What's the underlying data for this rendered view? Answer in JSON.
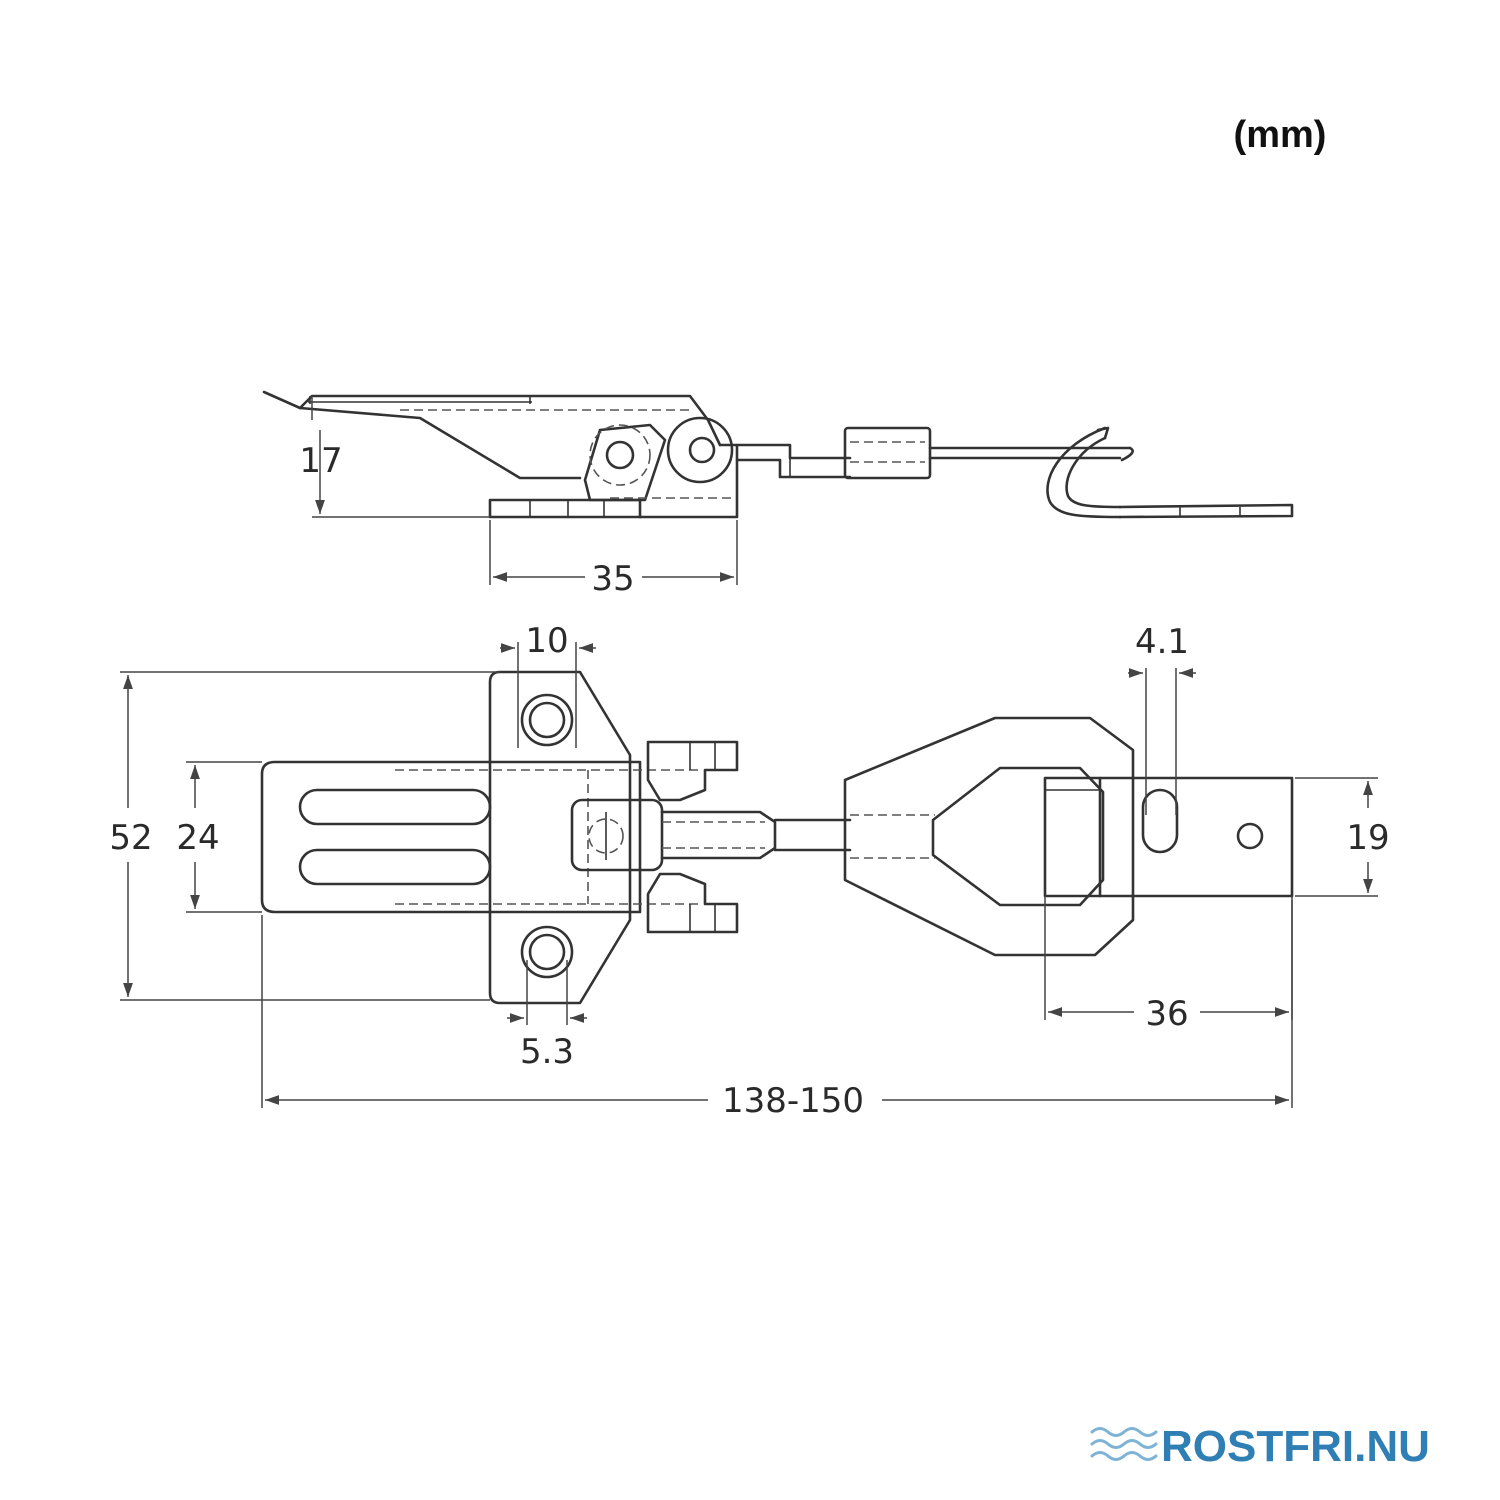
{
  "unit_label": "(mm)",
  "dimensions": {
    "side_height": "17",
    "base_length": "35",
    "hole_spacing": "10",
    "slot_width": "4.1",
    "overall_width": "52",
    "body_width": "24",
    "hole_diameter": "5.3",
    "catch_width": "19",
    "catch_length": "36",
    "overall_length": "138-150"
  },
  "logo": {
    "text": "ROSTFRI.NU",
    "color": "#2f7fb5",
    "wave_color": "#7fb3d5",
    "icon": "waves-icon"
  }
}
